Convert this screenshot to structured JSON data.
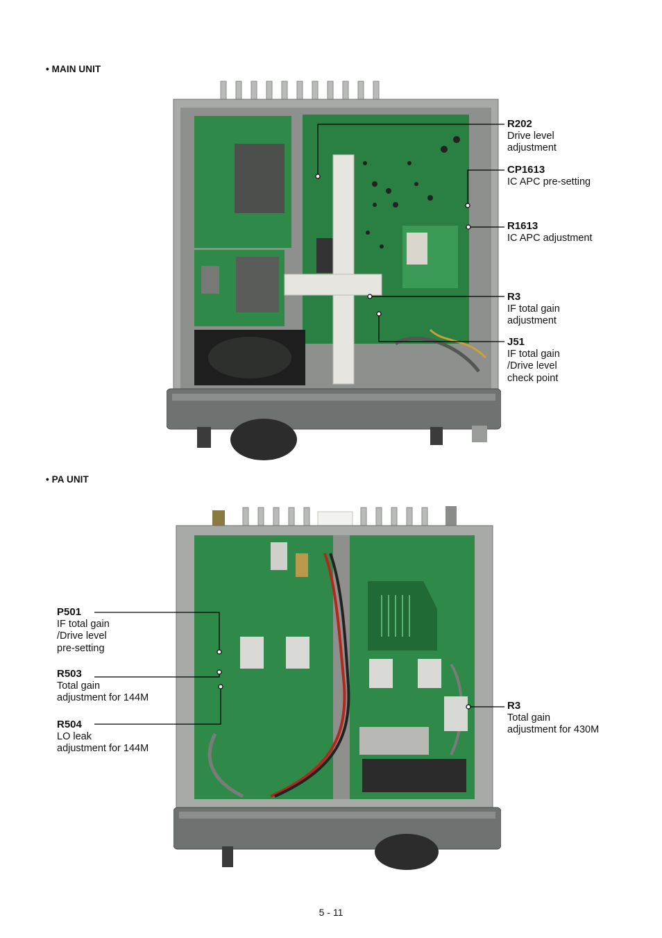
{
  "sections": {
    "main": {
      "title": "• MAIN UNIT"
    },
    "pa": {
      "title": "• PA UNIT"
    }
  },
  "main_callouts": [
    {
      "ref": "R202",
      "desc": "Drive level\nadjustment"
    },
    {
      "ref": "CP1613",
      "desc": "IC APC pre-setting"
    },
    {
      "ref": "R1613",
      "desc": "IC APC adjustment"
    },
    {
      "ref": "R3",
      "desc": "IF total gain\nadjustment"
    },
    {
      "ref": "J51",
      "desc": "IF total gain\n/Drive level\ncheck point"
    }
  ],
  "pa_callouts": [
    {
      "ref": "P501",
      "desc": "IF total gain\n/Drive level\npre-setting"
    },
    {
      "ref": "R503",
      "desc": "Total gain\nadjustment for 144M"
    },
    {
      "ref": "R504",
      "desc": "LO leak\nadjustment for 144M"
    },
    {
      "ref": "R3",
      "desc": "Total gain\nadjustment for 430M"
    }
  ],
  "page_number": "5 - 11",
  "colors": {
    "pcb": "#2f8a4a",
    "pcb_dark": "#1f6a35",
    "chassis": "#a8aaa8",
    "front_panel": "#6e7270"
  }
}
